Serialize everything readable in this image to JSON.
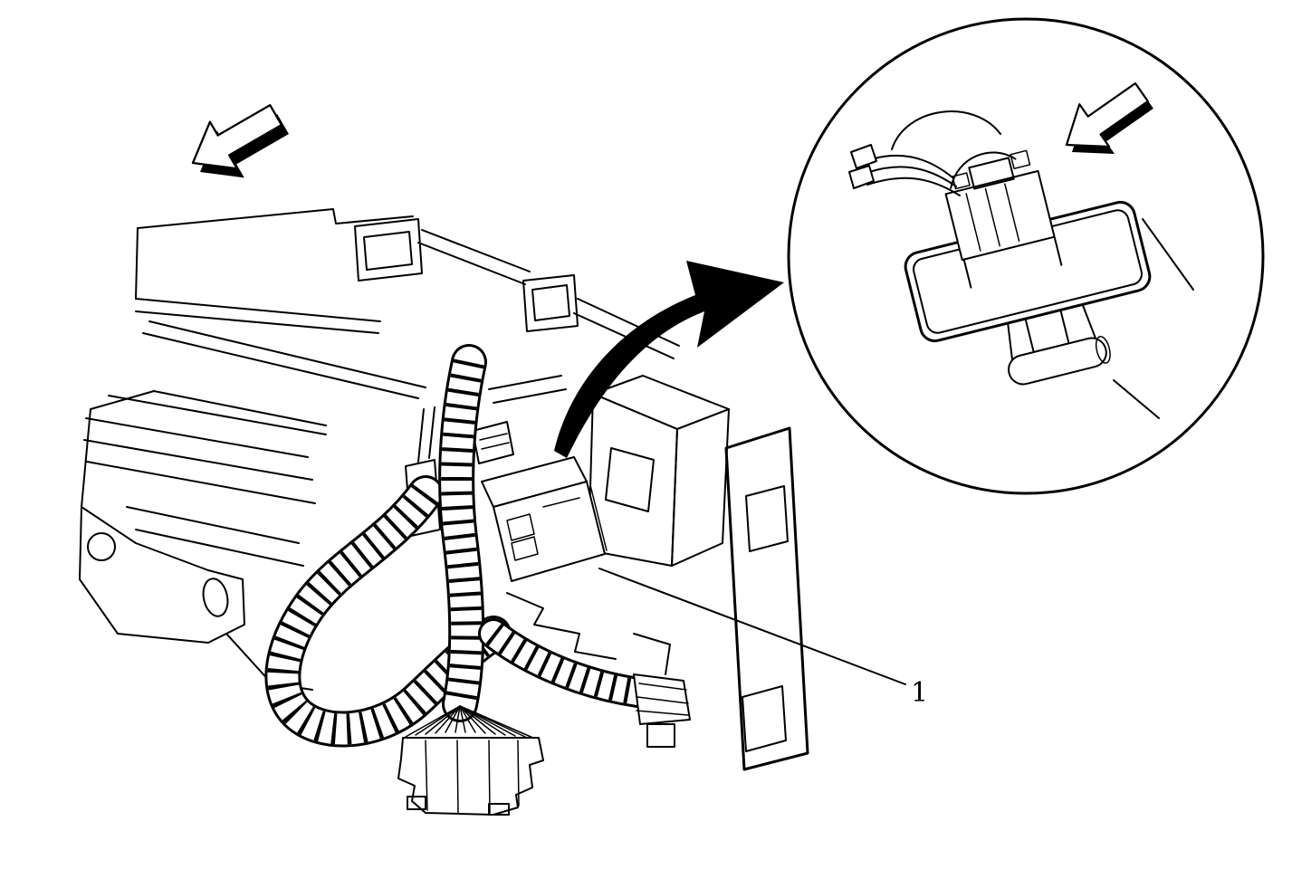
{
  "figure": {
    "kind": "technical-line-illustration",
    "callout_label": "1"
  },
  "colors": {
    "line": "#000000",
    "background": "#ffffff",
    "arrow_fill": "#000000"
  },
  "icons": {
    "main_direction_arrow": "block-arrow-pointing-lower-left",
    "detail_direction_arrow": "block-arrow-pointing-lower-left",
    "magnifier_arrow": "solid-curved-arrow-pointing-right"
  }
}
